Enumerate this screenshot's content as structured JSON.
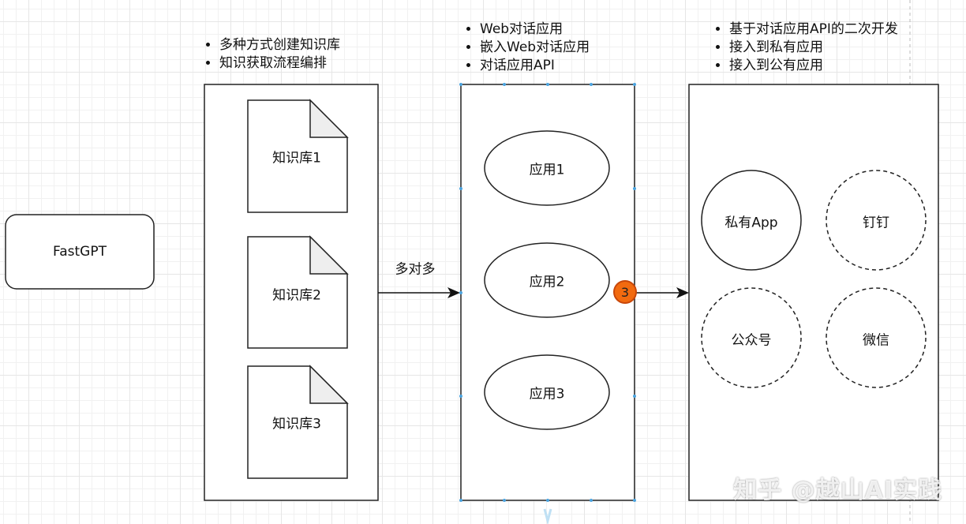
{
  "fastgpt": "FastGPT",
  "knowledge": {
    "bullets": [
      "多种方式创建知识库",
      "知识获取流程编排"
    ],
    "docs": [
      "知识库1",
      "知识库2",
      "知识库3"
    ]
  },
  "edge1_label": "多对多",
  "apps": {
    "bullets": [
      "Web对话应用",
      "嵌入Web对话应用",
      "对话应用API"
    ],
    "items": [
      "应用1",
      "应用2",
      "应用3"
    ]
  },
  "badge": "3",
  "integrations": {
    "bullets": [
      "基于对话应用API的二次开发",
      "接入到私有应用",
      "接入到公有应用"
    ],
    "items": [
      "私有App",
      "钉钉",
      "公众号",
      "微信"
    ]
  },
  "watermark": "知乎 @越山AI实践"
}
